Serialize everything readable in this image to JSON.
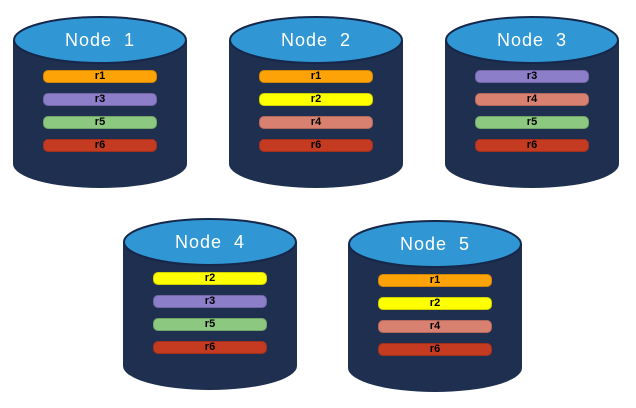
{
  "theme": {
    "background": "#FFFFFF",
    "cylinder_body": "#1E2F50",
    "cylinder_top": "#3097D4",
    "cylinder_outline": "#16274A",
    "node_title_color": "#FFFFFF",
    "bar_text_color": "#000000"
  },
  "replica_colors": {
    "r1": "#FDA307",
    "r2": "#FFFF00",
    "r3": "#8C7EC8",
    "r4": "#D98170",
    "r5": "#8CC87F",
    "r6": "#C53B22"
  },
  "nodes": [
    {
      "label": "Node  1",
      "replicas": [
        {
          "label": "r1",
          "color": "#FDA307"
        },
        {
          "label": "r3",
          "color": "#8C7EC8"
        },
        {
          "label": "r5",
          "color": "#8CC87F"
        },
        {
          "label": "r6",
          "color": "#C53B22"
        }
      ]
    },
    {
      "label": "Node  2",
      "replicas": [
        {
          "label": "r1",
          "color": "#FDA307"
        },
        {
          "label": "r2",
          "color": "#FFFF00"
        },
        {
          "label": "r4",
          "color": "#D98170"
        },
        {
          "label": "r6",
          "color": "#C53B22"
        }
      ]
    },
    {
      "label": "Node  3",
      "replicas": [
        {
          "label": "r3",
          "color": "#8C7EC8"
        },
        {
          "label": "r4",
          "color": "#D98170"
        },
        {
          "label": "r5",
          "color": "#8CC87F"
        },
        {
          "label": "r6",
          "color": "#C53B22"
        }
      ]
    },
    {
      "label": "Node  4",
      "replicas": [
        {
          "label": "r2",
          "color": "#FFFF00"
        },
        {
          "label": "r3",
          "color": "#8C7EC8"
        },
        {
          "label": "r5",
          "color": "#8CC87F"
        },
        {
          "label": "r6",
          "color": "#C53B22"
        }
      ]
    },
    {
      "label": "Node  5",
      "replicas": [
        {
          "label": "r1",
          "color": "#FDA307"
        },
        {
          "label": "r2",
          "color": "#FFFF00"
        },
        {
          "label": "r4",
          "color": "#D98170"
        },
        {
          "label": "r6",
          "color": "#C53B22"
        }
      ]
    }
  ]
}
